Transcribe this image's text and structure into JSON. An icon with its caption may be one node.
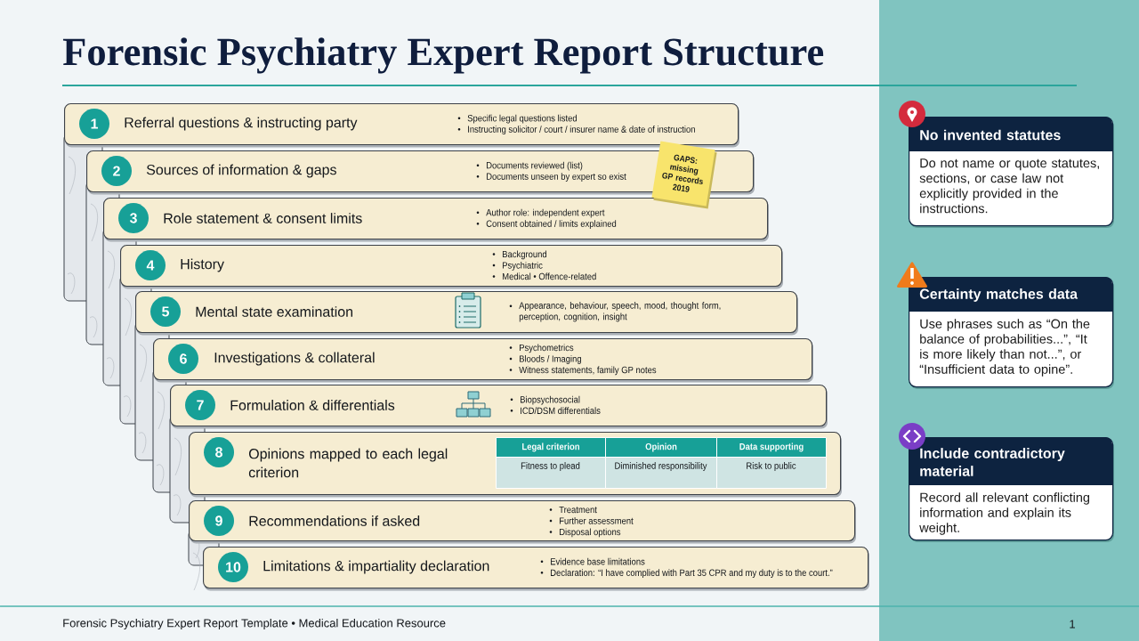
{
  "diagram": {
    "title": "Forensic Psychiatry Expert Report Structure",
    "nodes": [
      {
        "text": [
          "1",
          "Referral questions & instructing party",
          "Specific legal questions listed",
          "Instructing solicitor / court / insurer name & date of instruction"
        ]
      },
      {
        "text": [
          "2",
          "Sources of information & gaps",
          "Documents reviewed (list)",
          "Documents unseen by expert so exist"
        ]
      },
      {
        "text": [
          "3",
          "Role statement & consent limits",
          "Author role: independent expert",
          "Consent obtained / limits explained"
        ]
      },
      {
        "text": [
          "4",
          "History",
          "Background",
          "Psychiatric",
          "Medical • Offence-related"
        ]
      },
      {
        "text": [
          "5",
          "Mental state examination",
          "Appearance, behaviour, speech, mood, thought form, perception, cognition, insight"
        ]
      },
      {
        "text": [
          "6",
          "Investigations & collateral",
          "Psychometrics",
          "Bloods / Imaging",
          "Witness statements, family GP notes"
        ]
      },
      {
        "text": [
          "7",
          "Formulation & differentials",
          "Biopsychosocial",
          "ICD/DSM differentials"
        ]
      },
      {
        "text": [
          "8",
          "Opinions mapped to each legal criterion",
          "Legal criterion",
          "Opinion",
          "Data supporting",
          "Fitness to plead",
          "Diminished responsibility",
          "Risk to public"
        ]
      },
      {
        "text": [
          "9",
          "Recommendations if asked",
          "Treatment",
          "Further assessment",
          "Disposal options"
        ]
      },
      {
        "text": [
          "10",
          "Limitations & impartiality declaration",
          "Evidence base limitations",
          "Declaration: “I have complied with Part 35 CPR and my duty is to the court.”"
        ]
      },
      {
        "text": [
          "GAPS: missing GP records 2019"
        ]
      },
      {
        "text": [
          "No invented statutes",
          "Do not name or quote statutes, sections, or case law not explicitly provided in the instructions."
        ]
      },
      {
        "text": [
          "Certainty matches data",
          "Use phrases such as “On the balance of probabilities...”, “It is more likely than not...”, or “Insufficient data to opine”."
        ]
      },
      {
        "text": [
          "Include contradictory material",
          "Record all relevant conflicting information and explain its weight."
        ]
      }
    ],
    "labels": [
      "Forensic Psychiatry Expert Report Template • Medical Education Resource",
      "1"
    ]
  }
}
